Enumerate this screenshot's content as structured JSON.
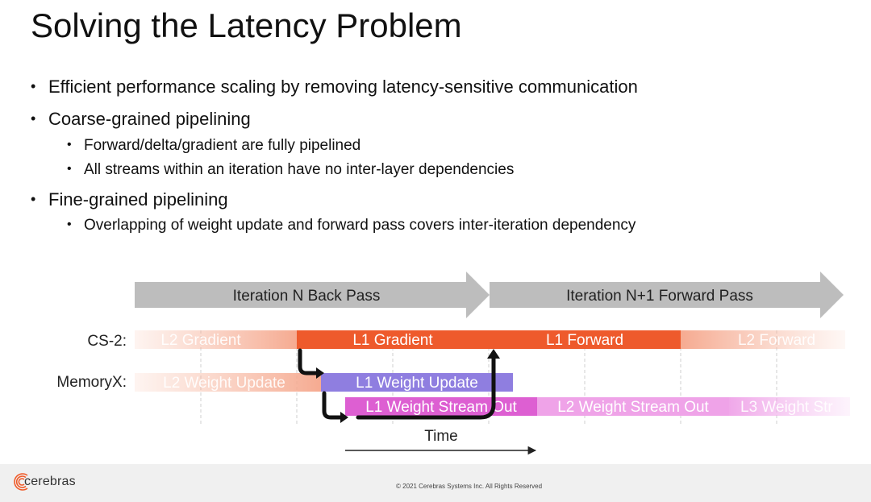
{
  "slide": {
    "title": "Solving the Latency Problem"
  },
  "bullets": [
    {
      "text": "Efficient performance scaling by removing latency-sensitive communication",
      "level": 1
    },
    {
      "text": "Coarse-grained pipelining",
      "level": 1
    },
    {
      "text": "Forward/delta/gradient are fully pipelined",
      "level": 2
    },
    {
      "text": "All streams within an iteration have no inter-layer dependencies",
      "level": 2
    },
    {
      "text": "Fine-grained pipelining",
      "level": 1
    },
    {
      "text": "Overlapping of weight update and forward pass covers inter-iteration dependency",
      "level": 2
    }
  ],
  "diagram": {
    "arrows": {
      "back_pass": "Iteration N Back Pass",
      "forward_pass": "Iteration N+1 Forward Pass"
    },
    "row_labels": {
      "cs2": "CS-2:",
      "memoryx": "MemoryX:"
    },
    "cs2_blocks": {
      "l2_gradient": "L2 Gradient",
      "l1_gradient": "L1 Gradient",
      "l1_forward": "L1 Forward",
      "l2_forward": "L2 Forward"
    },
    "memoryx_blocks": {
      "l2_weight_update": "L2 Weight Update",
      "l1_weight_update": "L1 Weight Update"
    },
    "stream_blocks": {
      "l1_stream_out": "L1 Weight Stream Out",
      "l2_stream_out": "L2 Weight Stream Out",
      "l3_stream_out": "L3 Weight Str"
    },
    "time_label": "Time",
    "colors": {
      "arrow_gray": "#bdbdbd",
      "gradient_orange": "#ee5a2c",
      "faded_orange": "#f7b7a0",
      "weight_update_purple": "#8f7ee0",
      "stream_magenta": "#dd5fd2",
      "faded_magenta": "#f3b6ee"
    }
  },
  "footer": {
    "brand": "cerebras",
    "copyright": "© 2021 Cerebras Systems Inc. All Rights Reserved"
  }
}
